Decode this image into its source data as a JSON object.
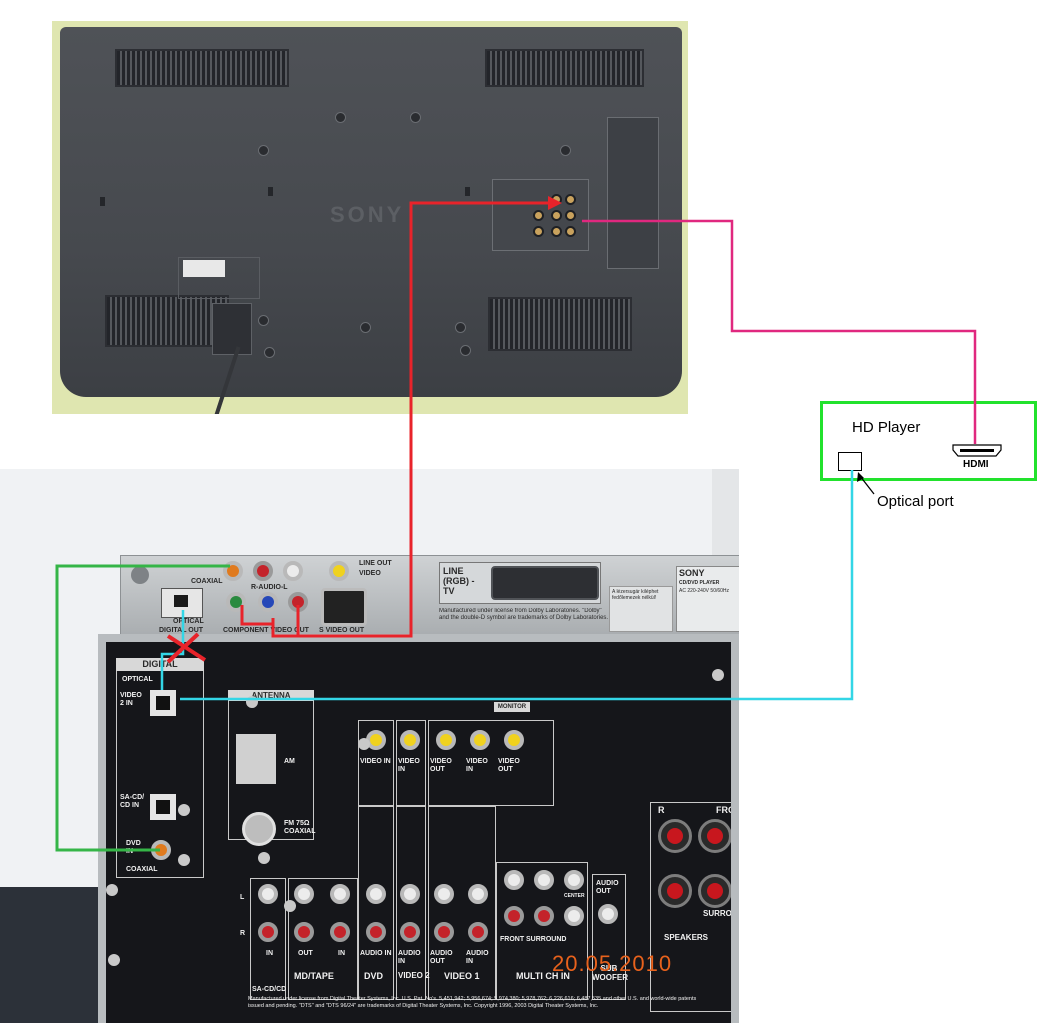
{
  "tv": {
    "brand_logo": "SONY"
  },
  "dvd_player": {
    "brand_logo": "SONY",
    "line_out_label": "LINE OUT",
    "video_label": "VIDEO",
    "audio_label": "R-AUDIO-L",
    "coaxial_label": "COAXIAL",
    "optical_label": "OPTICAL",
    "digital_out_label": "DIGITAL OUT",
    "component_label": "COMPONENT VIDEO OUT",
    "s_video_label": "S VIDEO OUT",
    "line_rgb_label": "LINE (RGB) -TV",
    "dolby_notice": "Manufactured under license from Dolby Laboratories. \"Dolby\" and the double-D symbol are trademarks of Dolby Laboratories.",
    "model_label": "CD/DVD PLAYER",
    "power_label": "AC 220-240V 50/60Hz",
    "warning_text": "A lézersugár kiléphet fedőlemezek nélkül!"
  },
  "receiver": {
    "digital_label": "DIGITAL",
    "optical_label": "OPTICAL",
    "video2_in_label": "VIDEO 2 IN",
    "sacd_label": "SA-CD/ CD IN",
    "dvd_in_label": "DVD IN",
    "coaxial_label": "COAXIAL",
    "antenna_label": "ANTENNA",
    "am_label": "AM",
    "fm_label": "FM 75Ω COAXIAL",
    "monitor_label": "MONITOR",
    "video_in": "VIDEO IN",
    "video_out": "VIDEO OUT",
    "audio_in": "AUDIO IN",
    "audio_out": "AUDIO OUT",
    "in_label": "IN",
    "out_label": "OUT",
    "l_label": "L",
    "r_label": "R",
    "front_label": "FRONT",
    "surround_label": "SURROUND",
    "center_label": "CENTER",
    "sub_woofer_label": "SUB WOOFER",
    "speakers_label": "SPEAKERS",
    "section_labels": [
      "SA-CD/CD",
      "MD/TAPE",
      "DVD",
      "VIDEO 2",
      "VIDEO 1",
      "MULTI CH IN",
      "SUB WOOFER"
    ],
    "dts_notice": "Manufactured under license from Digital Theater Systems, Inc. U.S. Pat. No's. 5,451,942; 5,956,674; 5,974,380; 5,978,762; 6,226,616; 6,487,535 and other U.S. and world-wide patents issued and pending. \"DTS\" and \"DTS 96/24\" are trademarks of Digital Theater Systems, Inc. Copyright 1996, 2003 Digital Theater Systems, Inc."
  },
  "photo_date": "20.05.2010",
  "hd_player": {
    "title": "HD Player",
    "hdmi_label": "HDMI",
    "optical_port_label": "Optical port"
  },
  "colors": {
    "hdmi_cable": "#e0287f",
    "component_cable": "#e8232a",
    "coaxial_cable": "#35b547",
    "optical_cable": "#33d6e6",
    "hd_box_border": "#22e22d",
    "cross_mark": "#e8232a",
    "date_stamp": "#e8621c"
  }
}
